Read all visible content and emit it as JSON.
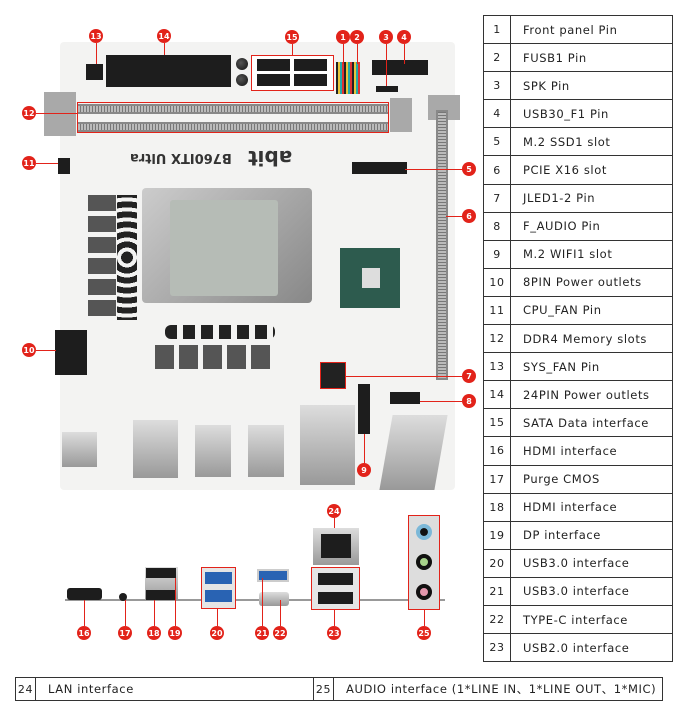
{
  "diagram": {
    "board_model": "B760ITX Ultra",
    "brand": "abit",
    "callout_color": "#e2231a"
  },
  "callouts": [
    "1",
    "2",
    "3",
    "4",
    "5",
    "6",
    "7",
    "8",
    "9",
    "10",
    "11",
    "12",
    "13",
    "14",
    "15",
    "16",
    "17",
    "18",
    "19",
    "20",
    "21",
    "22",
    "23",
    "24",
    "25"
  ],
  "legend": [
    {
      "num": "1",
      "label": "Front panel Pin"
    },
    {
      "num": "2",
      "label": "FUSB1 Pin"
    },
    {
      "num": "3",
      "label": "SPK Pin"
    },
    {
      "num": "4",
      "label": "USB30_F1 Pin"
    },
    {
      "num": "5",
      "label": "M.2 SSD1 slot"
    },
    {
      "num": "6",
      "label": "PCIE X16 slot"
    },
    {
      "num": "7",
      "label": "JLED1-2 Pin"
    },
    {
      "num": "8",
      "label": "F_AUDIO Pin"
    },
    {
      "num": "9",
      "label": "M.2 WIFI1 slot"
    },
    {
      "num": "10",
      "label": "8PIN Power outlets"
    },
    {
      "num": "11",
      "label": "CPU_FAN Pin"
    },
    {
      "num": "12",
      "label": "DDR4 Memory slots"
    },
    {
      "num": "13",
      "label": "SYS_FAN Pin"
    },
    {
      "num": "14",
      "label": "24PIN Power outlets"
    },
    {
      "num": "15",
      "label": "SATA Data interface"
    },
    {
      "num": "16",
      "label": "HDMI interface"
    },
    {
      "num": "17",
      "label": "Purge CMOS"
    },
    {
      "num": "18",
      "label": "HDMI interface"
    },
    {
      "num": "19",
      "label": "DP interface"
    },
    {
      "num": "20",
      "label": "USB3.0 interface"
    },
    {
      "num": "21",
      "label": "USB3.0 interface"
    },
    {
      "num": "22",
      "label": "TYPE-C interface"
    },
    {
      "num": "23",
      "label": "USB2.0 interface"
    }
  ],
  "bottom_legend": [
    {
      "num": "24",
      "label": "LAN interface"
    },
    {
      "num": "25",
      "label": "AUDIO interface (1*LINE IN、1*LINE OUT、1*MIC)"
    }
  ]
}
